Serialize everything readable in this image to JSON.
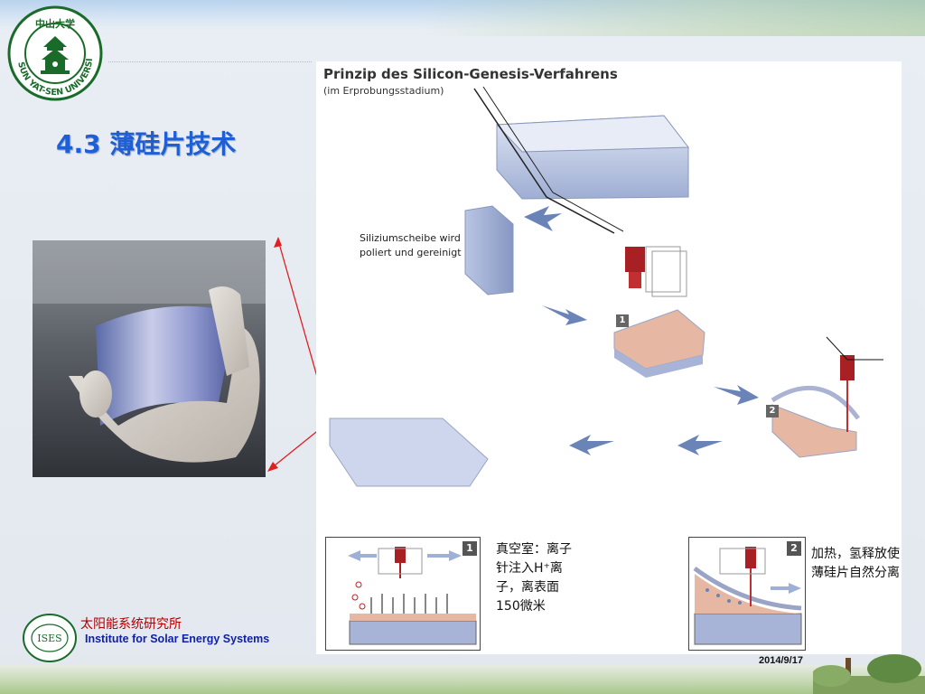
{
  "slide": {
    "title": "4.3 薄硅片技术",
    "date": "2014/9/17"
  },
  "logo": {
    "university_text": "SUN YAT-SEN UNIVERSITY",
    "chinese_text": "中山大学"
  },
  "institute": {
    "chinese_name": "太阳能系统研究所",
    "english_name": "Institute for Solar Energy Systems",
    "logo_text": "ISES"
  },
  "diagram": {
    "title": "Prinzip des Silicon-Genesis-Verfahrens",
    "subtitle": "(im Erprobungsstadium)",
    "wafer_note": "Siliziumscheibe wird poliert und gereinigt",
    "step1_num": "1",
    "step2_num": "2"
  },
  "notes": {
    "step1_num": "1",
    "step1": "真空室：离子针注入H⁺离子，离表面150微米",
    "step2_num": "2",
    "step2": "加热，氢释放使薄硅片自然分离"
  },
  "colors": {
    "title_blue": "#1f5fd6",
    "logo_green": "#1a6b2a",
    "annotation_red": "#e02020",
    "arrow_blue": "#6b84b8",
    "wafer_blue": "#c9d3ea"
  }
}
